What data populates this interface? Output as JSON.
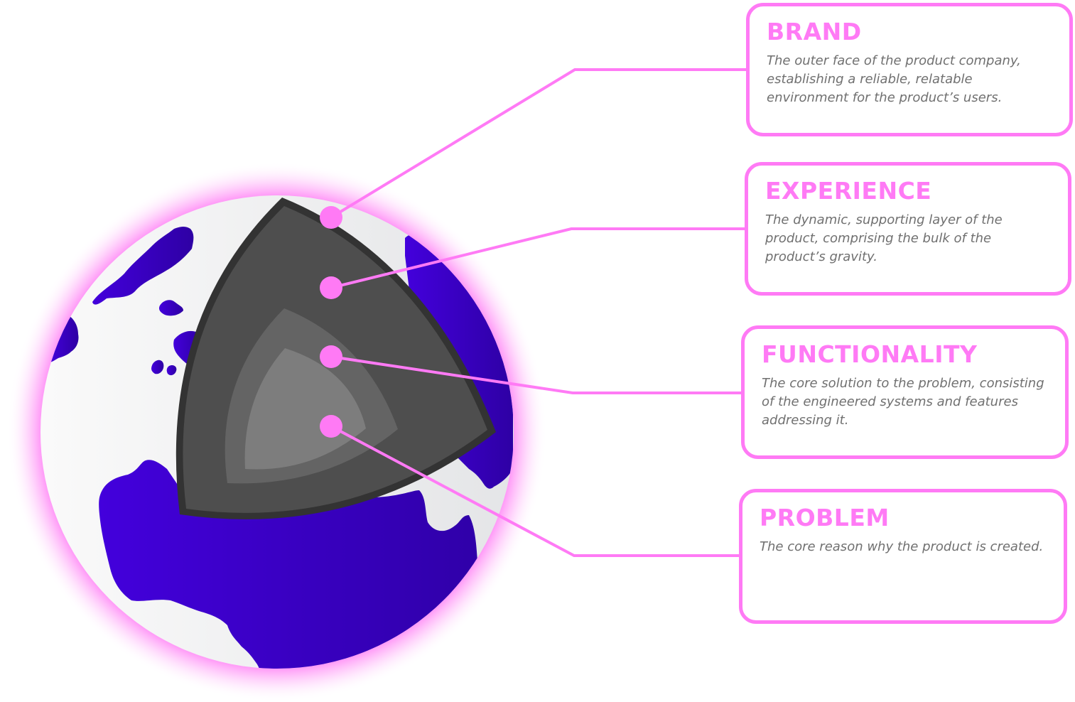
{
  "diagram": {
    "type": "layered-core-globe",
    "colors": {
      "accent_pink": "#ff7af5",
      "continent_purple": "#3f00d6",
      "continent_purple_dark": "#3000a8",
      "globe_ocean": "#f3f4f5",
      "wedge_outer": "#4e4e4e",
      "wedge_border": "#333333",
      "wedge_middle": "#646464",
      "wedge_inner": "#7d7d7d",
      "desc_text": "#707070"
    }
  },
  "layers": [
    {
      "id": "brand",
      "title": "BRAND",
      "description": "The outer face of the product company, establishing a reliable, relatable environment for the product’s users."
    },
    {
      "id": "experience",
      "title": "EXPERIENCE",
      "description": "The dynamic, supporting layer of the product, comprising the bulk of the product’s gravity."
    },
    {
      "id": "functionality",
      "title": "FUNCTIONALITY",
      "description": "The core solution to the problem, consisting of the engineered systems and features addressing it."
    },
    {
      "id": "problem",
      "title": "PROBLEM",
      "description": "The core reason why the product is created."
    }
  ]
}
